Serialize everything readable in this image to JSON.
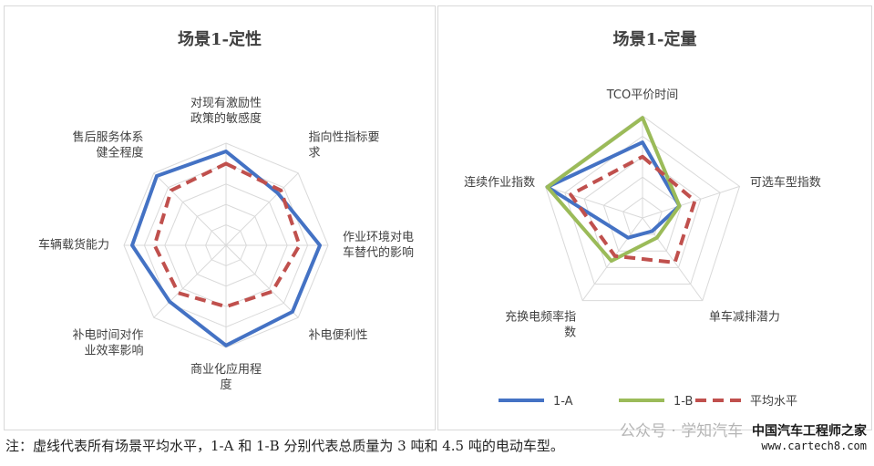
{
  "chart_data": [
    {
      "type": "radar",
      "title": "场景1-定性",
      "axes": [
        [
          "对现有激励性",
          "政策的敏感度"
        ],
        [
          "指向性指标要",
          "求"
        ],
        [
          "作业环境对电",
          "车替代的影响"
        ],
        [
          "补电便利性"
        ],
        [
          "商业化应用程",
          "度"
        ],
        [
          "补电时间对作",
          "业效率影响"
        ],
        [
          "车辆载货能力"
        ],
        [
          "售后服务体系",
          "健全程度"
        ]
      ],
      "rmax": 5,
      "grid_levels": 5,
      "series": [
        {
          "name": "1-A",
          "values": [
            4.6,
            3.6,
            4.6,
            4.6,
            4.9,
            3.9,
            4.6,
            4.8
          ],
          "color": "#4472c4",
          "dash": false
        },
        {
          "name": "平均水平",
          "values": [
            4.0,
            3.8,
            3.6,
            3.2,
            3.0,
            3.3,
            3.5,
            3.8
          ],
          "color": "#c0504d",
          "dash": true
        }
      ],
      "legend": "bottom",
      "grid": true
    },
    {
      "type": "radar",
      "title": "场景1-定量",
      "axes": [
        [
          "TCO平价时间"
        ],
        [
          "可选车型指数"
        ],
        [
          "单车减排潜力"
        ],
        [
          "充换电频率指",
          "数"
        ],
        [
          "连续作业指数"
        ]
      ],
      "rmax": 5,
      "grid_levels": 5,
      "series": [
        {
          "name": "1-A",
          "values": [
            3.7,
            1.9,
            0.8,
            1.2,
            4.9
          ],
          "color": "#4472c4",
          "dash": false
        },
        {
          "name": "1-B",
          "values": [
            4.9,
            1.9,
            1.2,
            2.6,
            4.9
          ],
          "color": "#9bbb59",
          "dash": false
        },
        {
          "name": "平均水平",
          "values": [
            3.0,
            2.7,
            2.7,
            2.3,
            3.7
          ],
          "color": "#c0504d",
          "dash": true
        }
      ],
      "legend": "bottom",
      "grid": true
    }
  ],
  "legend": [
    {
      "name": "1-A",
      "color": "#4472c4",
      "dash": false
    },
    {
      "name": "1-B",
      "color": "#9bbb59",
      "dash": false
    },
    {
      "name": "平均水平",
      "color": "#c0504d",
      "dash": true
    }
  ],
  "footnote": "注：虚线代表所有场景平均水平，1-A 和 1-B 分别代表总质量为 3 吨和 4.5 吨的电动车型。",
  "watermark": "公众号 · 学知汽车",
  "site_logo": {
    "brand": "中国汽车工程师之家",
    "site": "www.cartech8.com"
  }
}
